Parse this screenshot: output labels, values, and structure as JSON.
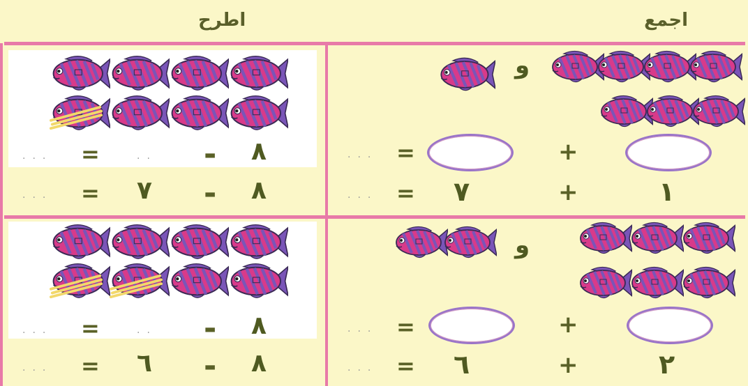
{
  "header": {
    "add_title": "اجمع",
    "subtract_title": "اطرح"
  },
  "colors": {
    "background": "#fbf7c8",
    "divider": "#e87aa8",
    "text": "#4f5a21",
    "fish_body": "#d83a8a",
    "fish_stripe": "#7a55b8",
    "strike": "#f2d86a"
  },
  "icons": [
    "fish-icon",
    "strike-mark-icon"
  ],
  "add_panels": [
    {
      "and_word": "و",
      "eq1": {
        "a": "",
        "op": "+",
        "b": "",
        "eq": "=",
        "result": "..."
      },
      "eq2": {
        "a": "١",
        "op": "+",
        "b": "٧",
        "eq": "=",
        "result": "..."
      }
    },
    {
      "and_word": "و",
      "eq1": {
        "a": "",
        "op": "+",
        "b": "",
        "eq": "=",
        "result": "..."
      },
      "eq2": {
        "a": "٢",
        "op": "+",
        "b": "٦",
        "eq": "=",
        "result": "..."
      }
    }
  ],
  "subtract_panels": [
    {
      "eq1": {
        "a": "٨",
        "op": "-",
        "b": "..",
        "eq": "=",
        "result": "..."
      },
      "eq2": {
        "a": "٨",
        "op": "-",
        "b": "٧",
        "eq": "=",
        "result": "..."
      }
    },
    {
      "eq1": {
        "a": "٨",
        "op": "-",
        "b": "..",
        "eq": "=",
        "result": "..."
      },
      "eq2": {
        "a": "٨",
        "op": "-",
        "b": "٦",
        "eq": "=",
        "result": "..."
      }
    }
  ]
}
